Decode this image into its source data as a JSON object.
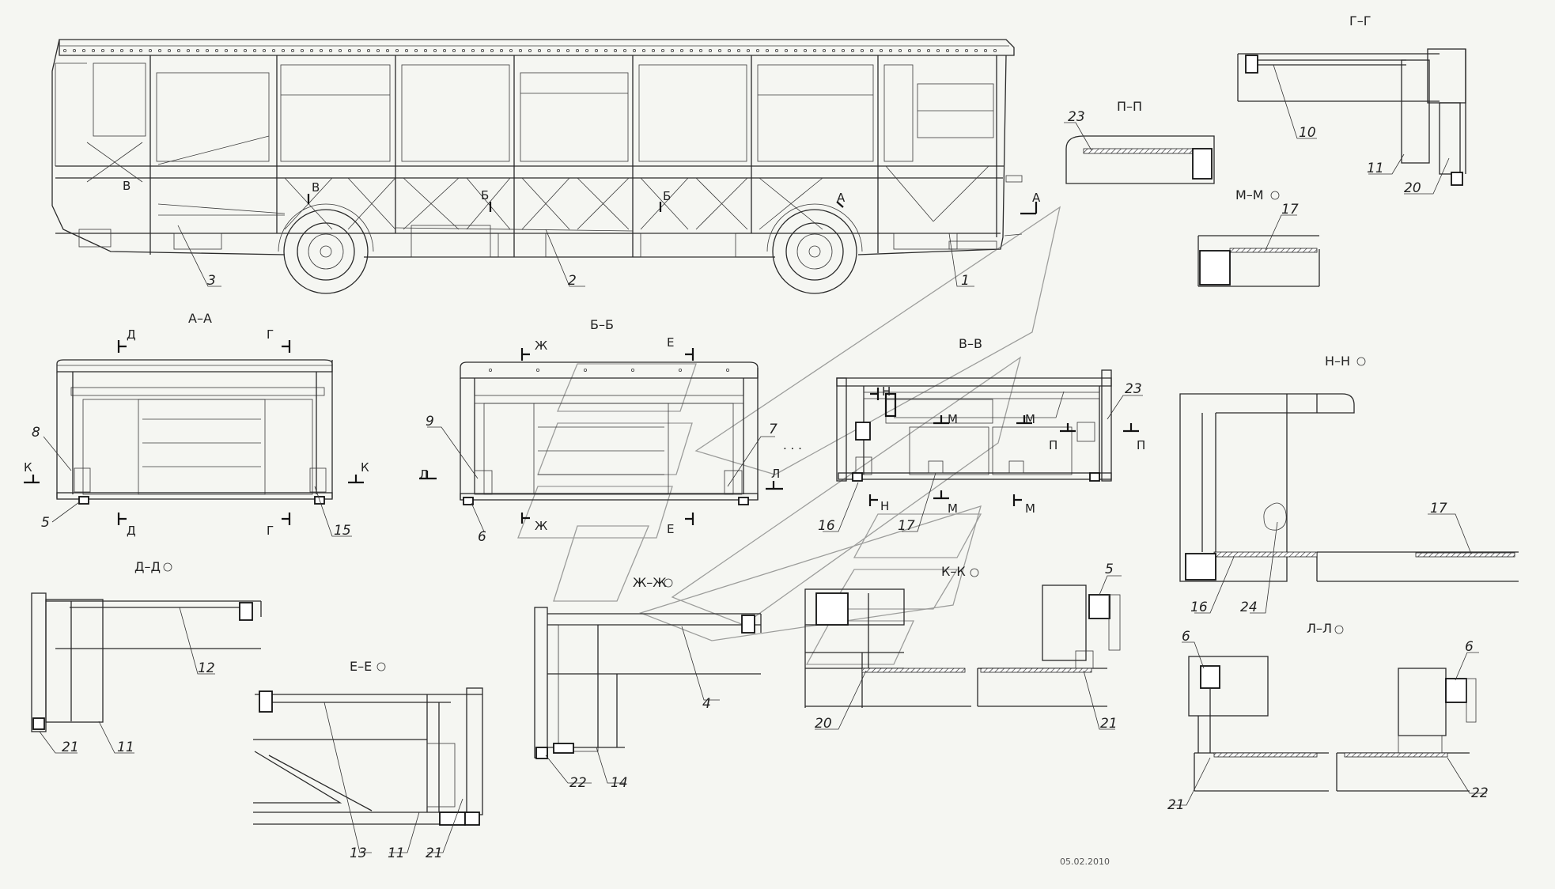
{
  "sections": {
    "aa": "А–А",
    "bb": "Б–Б",
    "vv": "В–В",
    "gg": "Г–Г",
    "pp": "П–П",
    "mm": "М–М",
    "nn": "Н–Н",
    "dd": "Д–Д",
    "ee": "Е–Е",
    "zhzh": "Ж–Ж",
    "kk": "К–К",
    "ll": "Л–Л"
  },
  "markers": {
    "a": "А",
    "b": "Б",
    "v": "В",
    "g": "Г",
    "d": "Д",
    "e": "Е",
    "zh": "Ж",
    "k": "К",
    "l": "Л",
    "m": "М",
    "n": "Н",
    "p": "П"
  },
  "parts": {
    "p1": "1",
    "p2": "2",
    "p3": "3",
    "p4": "4",
    "p5": "5",
    "p6": "6",
    "p7": "7",
    "p8": "8",
    "p9": "9",
    "p10": "10",
    "p11": "11",
    "p12": "12",
    "p13": "13",
    "p14": "14",
    "p15": "15",
    "p16": "16",
    "p17": "17",
    "p20": "20",
    "p21": "21",
    "p22": "22",
    "p23": "23",
    "p24": "24"
  },
  "date": "05.02.2010",
  "colors": {
    "background": "#f5f6f2",
    "line": "#2a2a2a",
    "watermark": "#6a6a6a"
  }
}
